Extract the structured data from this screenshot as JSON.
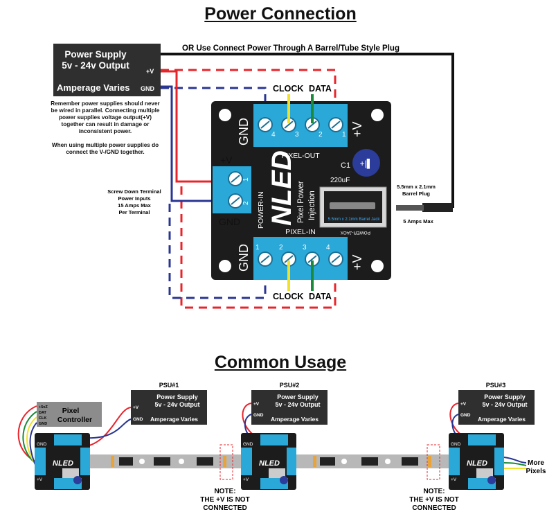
{
  "titles": {
    "power_connection": "Power Connection",
    "common_usage": "Common Usage"
  },
  "psu_main": {
    "name_line1": "Power Supply",
    "name_line2": "5v - 24v Output",
    "amperage": "Amperage Varies",
    "plus_label": "+V",
    "gnd_label": "GND"
  },
  "notes": {
    "parallel_warning": "Remember power supplies should never be wired in parallel. Connecting multiple power supplies voltage output(+V) together can result in damage or inconsistent power.",
    "multi_supply": "When using multiple power supplies do connect the V-/GND together.",
    "screw_line1": "Screw Down Terminal",
    "screw_line2": "Power Inputs",
    "screw_line3": "15 Amps Max",
    "screw_line4": "Per Terminal",
    "or_plug": "OR Use Connect Power Through A Barrel/Tube Style Plug",
    "plug_line1": "5.5mm x 2.1mm",
    "plug_line2": "Barrel Plug",
    "plug_amps": "5 Amps Max"
  },
  "board": {
    "gnd": "GND",
    "plus_v": "+V",
    "pixel_out": "PIXEL-OUT",
    "pixel_in": "PIXEL-IN",
    "power_in": "POWER-IN",
    "c1": "C1",
    "cap_value": "220uF",
    "logo": "NLED",
    "subtitle_line1": "Pixel Power",
    "subtitle_line2": "Injection",
    "jack_label": "5.5mm x 2.1mm Barrel Jack",
    "power_jack": "POWER-JACK",
    "top_numbers": [
      "4",
      "3",
      "2",
      "1"
    ],
    "bottom_numbers": [
      "1",
      "2",
      "3",
      "4"
    ],
    "power_numbers": [
      "1",
      "2"
    ]
  },
  "signals": {
    "clock": "CLOCK",
    "data": "DATA"
  },
  "usage": {
    "controller_line1": "Pixel",
    "controller_line2": "Controller",
    "controller_pins": [
      "+5vZ",
      "DAT",
      "CLK",
      "GND"
    ],
    "psus": [
      {
        "tag": "PSU#1",
        "line1": "Power Supply",
        "line2": "5v - 24v Output",
        "line3": "Amperage Varies",
        "plus": "+V",
        "gnd": "GND"
      },
      {
        "tag": "PSU#2",
        "line1": "Power Supply",
        "line2": "5v - 24v Output",
        "line3": "Amperage Varies",
        "plus": "+V",
        "gnd": "GND"
      },
      {
        "tag": "PSU#3",
        "line1": "Power Supply",
        "line2": "5v - 24v Output",
        "line3": "Amperage Varies",
        "plus": "+V",
        "gnd": "GND"
      }
    ],
    "note_line1": "NOTE:",
    "note_line2": "THE +V IS NOT",
    "note_line3": "CONNECTED",
    "more_line1": "More",
    "more_line2": "Pixels",
    "mini_logo": "NLED",
    "mini_gnd": "GND",
    "mini_plus": "+V"
  },
  "colors": {
    "power": "#e8242b",
    "ground": "#283593",
    "clock": "#f0e12a",
    "data": "#1b8b3a",
    "terminal": "#2aa8d8",
    "board": "#1c1c1c"
  }
}
